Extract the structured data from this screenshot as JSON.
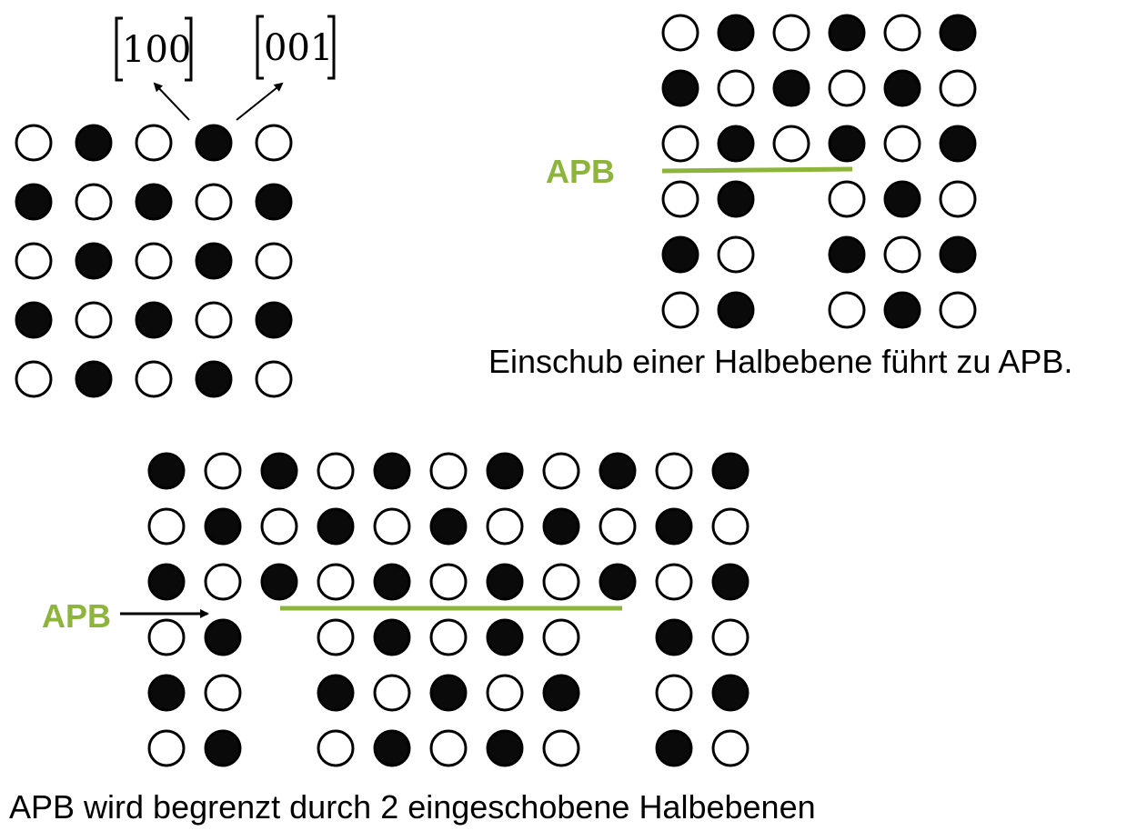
{
  "directions": {
    "label_a": "100",
    "label_b": "001"
  },
  "panel_a": {
    "rows": [
      "WBWBW",
      "BWBWB",
      "WBWBW",
      "BWBWB",
      "WBWBW"
    ]
  },
  "panel_b": {
    "apb_label": "APB",
    "caption": "Einschub einer Halbebene führt zu APB.",
    "rows": [
      "WBWBWB",
      "BWBWBW",
      "WBWBWB",
      "WB-WBW",
      "BW-BWB",
      "WB-WBW"
    ]
  },
  "panel_c": {
    "apb_label": "APB",
    "caption": "APB wird begrenzt durch 2 eingeschobene Halbebenen",
    "rows": [
      "BWBWBWBWBWB",
      "WBWBWBWBWBW",
      "BWBWBWBWBWB",
      "WB-WBWBW-BW",
      "BW-BWBWB-WB",
      "WB-WBWBW-BW"
    ]
  },
  "colors": {
    "apb_line": "#8DB53C",
    "apb_text": "#8DB53C",
    "atom_black": "#0a0a0a",
    "atom_white": "#ffffff"
  }
}
